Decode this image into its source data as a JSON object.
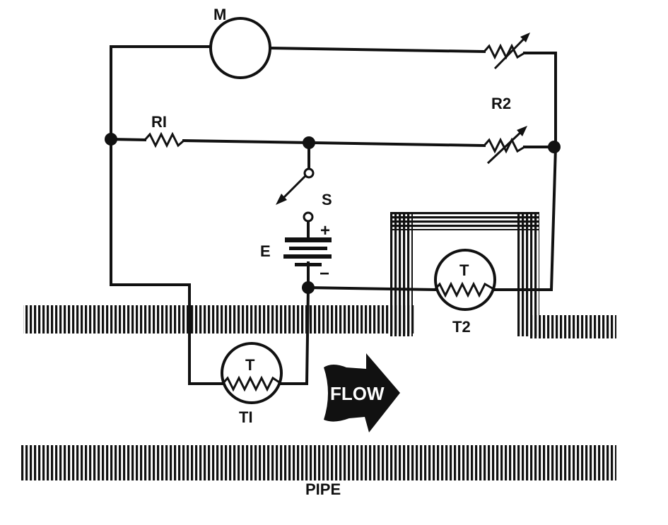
{
  "labels": {
    "meter": "M",
    "r1": "RI",
    "r2": "R2",
    "switch": "S",
    "battery": "E",
    "plus": "+",
    "minus": "−",
    "t1_symbol": "T",
    "t2_symbol": "T",
    "t1_name": "TI",
    "t2_name": "T2",
    "flow": "FLOW",
    "pipe": "PIPE"
  },
  "colors": {
    "ink": "#111111",
    "paper": "#ffffff"
  }
}
